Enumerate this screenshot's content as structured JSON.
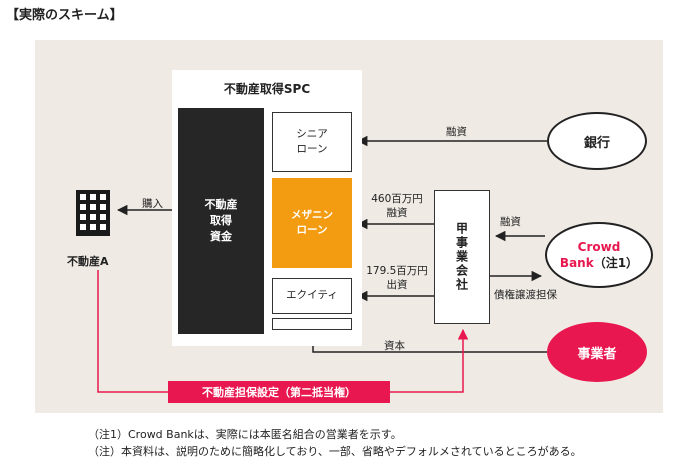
{
  "page_title": "【実際のスキーム】",
  "spc": {
    "title": "不動産取得SPC",
    "fund_label": [
      "不動産",
      "取得",
      "資金"
    ],
    "senior": [
      "シニア",
      "ローン"
    ],
    "mezzanine": [
      "メザニン",
      "ローン"
    ],
    "equity": "エクイティ"
  },
  "asset": {
    "label": "不動産A"
  },
  "company": {
    "label": "甲事業会社"
  },
  "bank": {
    "label": "銀行"
  },
  "crowd_bank": {
    "line1": "Crowd",
    "line2": "Bank",
    "note_ref": "（注1）"
  },
  "sponsor": {
    "label": "事業者"
  },
  "flows": {
    "purchase": "購入",
    "bank_loan": "融資",
    "mezz_amount": "460百万円",
    "mezz_loan": "融資",
    "equity_amount": "179.5百万円",
    "equity_investment": "出資",
    "crowd_loan": "融資",
    "receivables_collateral": "債権譲渡担保",
    "capital": "資本"
  },
  "mortgage": {
    "label": "不動産担保設定（第二抵当権）"
  },
  "notes": [
    "（注1）Crowd Bankは、実際には本匿名組合の営業者を示す。",
    "（注）本資料は、説明のために簡略化しており、一部、省略やデフォルメされているところがある。"
  ],
  "colors": {
    "accent_red": "#e8174f",
    "mezzanine_orange": "#f39c12",
    "panel": "#efeae4",
    "fund_box": "#262626"
  }
}
